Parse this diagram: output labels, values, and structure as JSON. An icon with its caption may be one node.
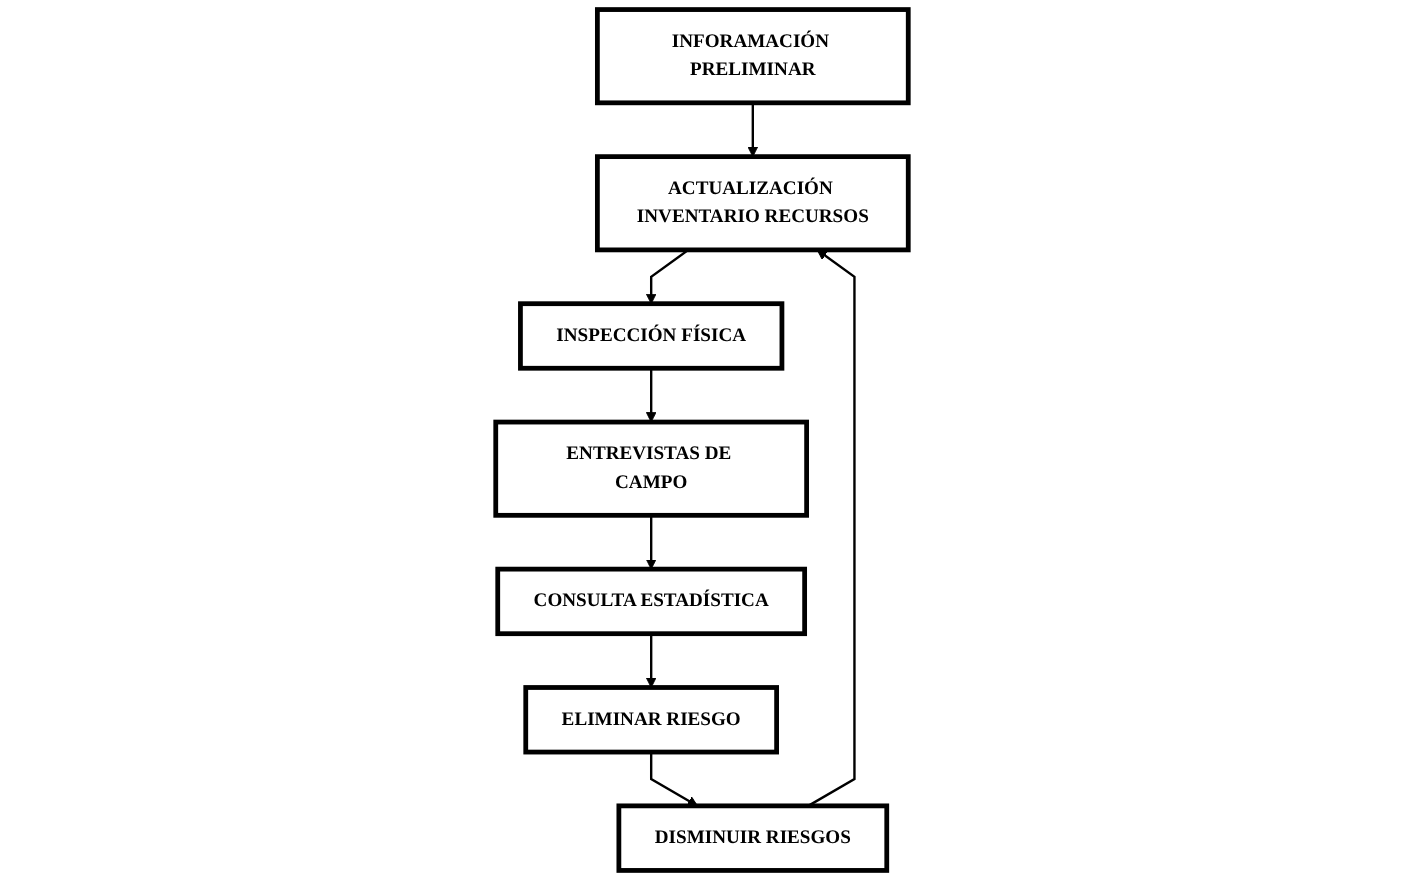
{
  "diagram": {
    "nodes": [
      {
        "text": [
          "INFORAMACIÓN PRELIMINAR"
        ]
      },
      {
        "text": [
          "DISMINUIR RIESGOS"
        ]
      },
      {
        "text": [
          "ACTUALIZACIÓN INVENTARIO RECURSOS"
        ]
      },
      {
        "text": [
          "INSPECCIÓN FÍSICA"
        ]
      },
      {
        "text": [
          "ELIMINAR RIESGO"
        ]
      },
      {
        "text": [
          "ENTREVISTAS DE CAMPO"
        ]
      },
      {
        "text": [
          "CONSULTA ESTADÍSTICA"
        ]
      }
    ],
    "edges": [
      {
        "from": 0,
        "to": 2,
        "arrow": "to"
      },
      {
        "from": 1,
        "to": 2,
        "arrow": "to"
      },
      {
        "from": 2,
        "to": 3,
        "arrow": "to"
      },
      {
        "from": 3,
        "to": 5,
        "arrow": "to"
      },
      {
        "from": 5,
        "to": 6,
        "arrow": "to"
      },
      {
        "from": 6,
        "to": 4,
        "arrow": "to"
      },
      {
        "from": 4,
        "to": 1,
        "arrow": "to"
      }
    ]
  }
}
